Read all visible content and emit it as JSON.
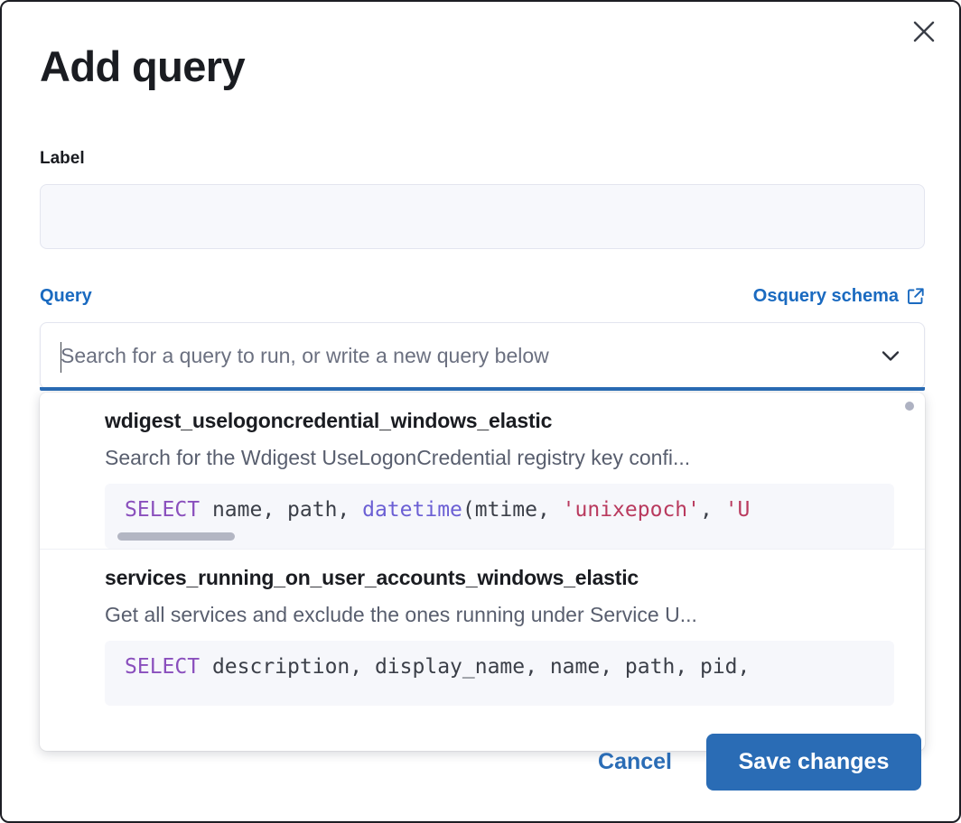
{
  "modal": {
    "title": "Add query",
    "close_icon": "close-icon"
  },
  "label_field": {
    "label": "Label",
    "value": "",
    "placeholder": ""
  },
  "query_field": {
    "label": "Query",
    "schema_link": "Osquery schema",
    "schema_link_icon": "external-link-icon",
    "placeholder": "Search for a query to run, or write a new query below",
    "value": "",
    "chevron_icon": "chevron-down-icon"
  },
  "dropdown": {
    "options": [
      {
        "title": "wdigest_uselogoncredential_windows_elastic",
        "description": "Search for the Wdigest UseLogonCredential registry key confi...",
        "code_tokens": [
          {
            "text": "SELECT",
            "type": "kw"
          },
          {
            "text": " name, path, ",
            "type": "plain"
          },
          {
            "text": "datetime",
            "type": "fn"
          },
          {
            "text": "(mtime, ",
            "type": "plain"
          },
          {
            "text": "'unixepoch'",
            "type": "str"
          },
          {
            "text": ", ",
            "type": "plain"
          },
          {
            "text": "'U",
            "type": "str"
          }
        ],
        "code_plain": "SELECT name, path, datetime(mtime, 'unixepoch', 'U",
        "has_code_scrollbar": true
      },
      {
        "title": "services_running_on_user_accounts_windows_elastic",
        "description": "Get all services and exclude the ones running under Service U...",
        "code_tokens": [
          {
            "text": "SELECT",
            "type": "kw"
          },
          {
            "text": " description, display_name, name, path, pid,",
            "type": "plain"
          }
        ],
        "code_plain": "SELECT description, display_name, name, path, pid,",
        "has_code_scrollbar": false
      }
    ]
  },
  "footer": {
    "cancel_label": "Cancel",
    "save_label": "Save changes"
  },
  "colors": {
    "accent_blue": "#2a6cb5",
    "link_blue": "#1a6ac0",
    "text_dark": "#1a1c21",
    "text_muted": "#585e6e",
    "code_bg": "#f6f7fb",
    "keyword_purple": "#8a4fbd",
    "string_crimson": "#b93a5e"
  }
}
